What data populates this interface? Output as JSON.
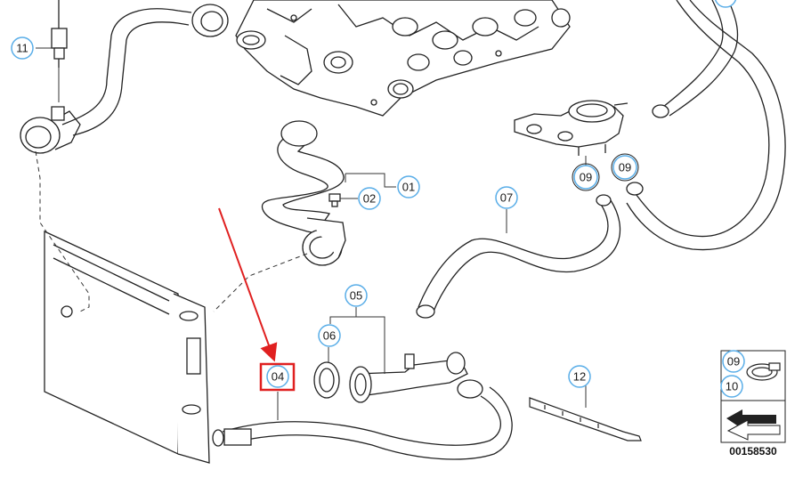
{
  "diagram": {
    "drawing_number": "00158530",
    "highlighted_callout": "04",
    "colors": {
      "callout_circle": "#5aaee8",
      "highlight_box": "#e02020",
      "arrow": "#e02020",
      "outline": "#222222"
    }
  },
  "callouts": [
    {
      "id": "c11",
      "label": "11"
    },
    {
      "id": "c01",
      "label": "01"
    },
    {
      "id": "c02",
      "label": "02"
    },
    {
      "id": "c07",
      "label": "07"
    },
    {
      "id": "c09a",
      "label": "09"
    },
    {
      "id": "c09b",
      "label": "09"
    },
    {
      "id": "c05",
      "label": "05"
    },
    {
      "id": "c06",
      "label": "06"
    },
    {
      "id": "c04",
      "label": "04"
    },
    {
      "id": "c12",
      "label": "12"
    },
    {
      "id": "c09c",
      "label": "09"
    },
    {
      "id": "c10",
      "label": "10"
    }
  ]
}
